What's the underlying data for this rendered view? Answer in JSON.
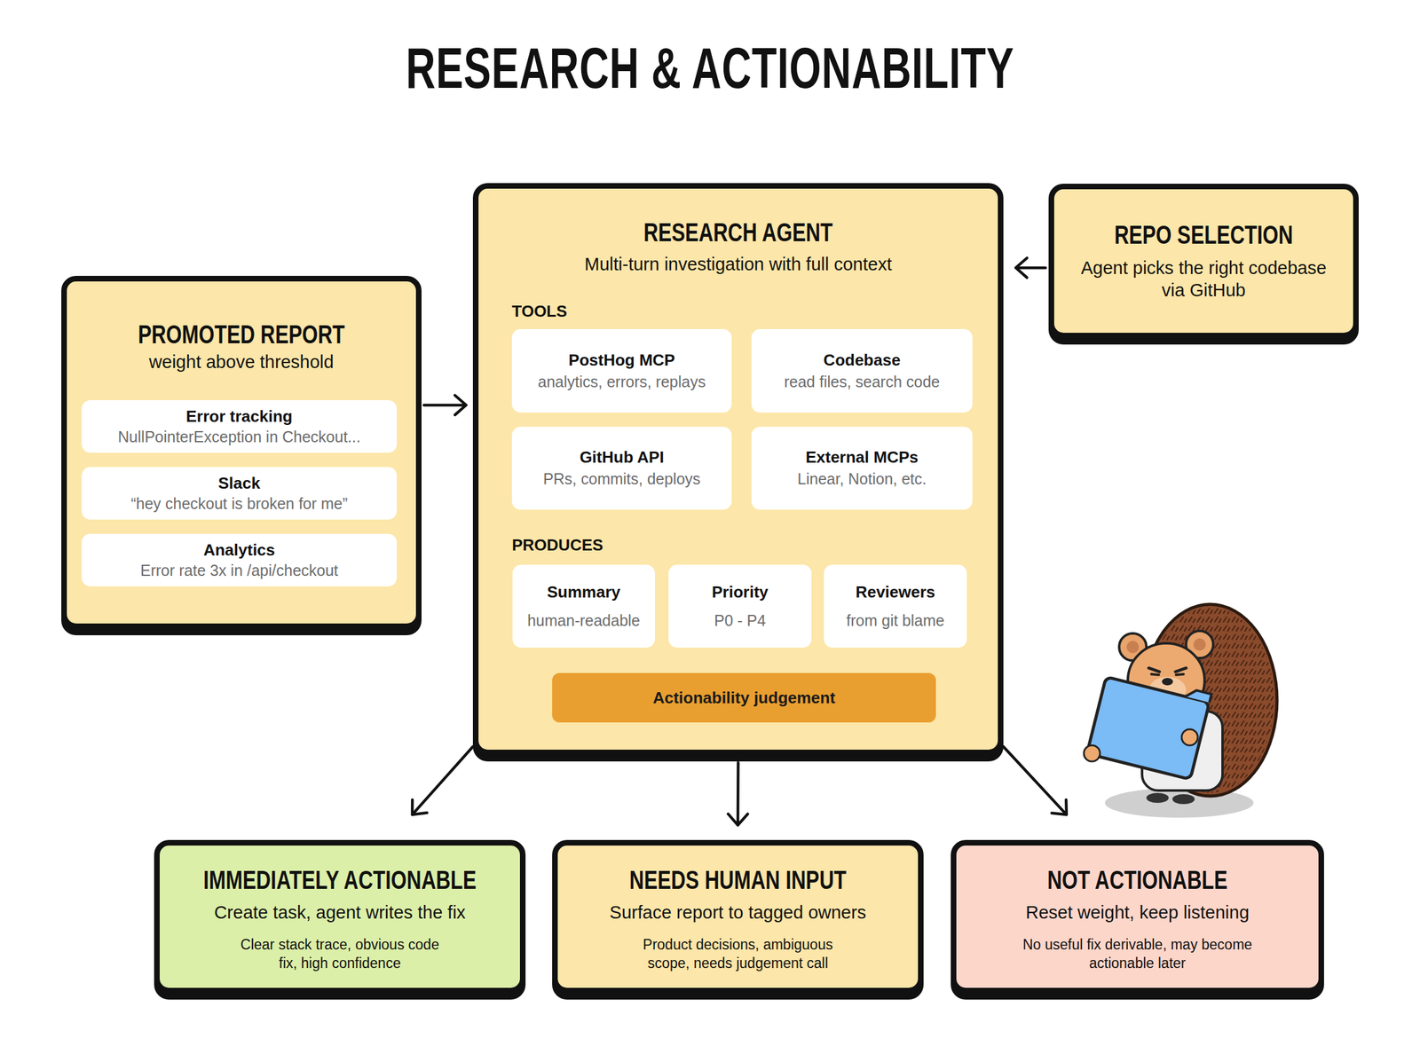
{
  "diagram": {
    "title": "RESEARCH & ACTIONABILITY",
    "nodes": [
      {
        "text": [
          "PROMOTED REPORT",
          "weight above threshold"
        ]
      },
      {
        "text": [
          "Error tracking",
          "NullPointerException in Checkout..."
        ],
        "in": 0
      },
      {
        "text": [
          "Slack",
          "“hey checkout is broken for me”"
        ],
        "in": 0
      },
      {
        "text": [
          "Analytics",
          "Error rate 3x in /api/checkout"
        ],
        "in": 0
      },
      {
        "text": [
          "RESEARCH AGENT",
          "Multi-turn investigation with full context",
          "TOOLS",
          "PRODUCES"
        ]
      },
      {
        "text": [
          "PostHog MCP",
          "analytics, errors, replays"
        ],
        "in": 4
      },
      {
        "text": [
          "Codebase",
          "read files, search code"
        ],
        "in": 4
      },
      {
        "text": [
          "GitHub API",
          "PRs, commits, deploys"
        ],
        "in": 4
      },
      {
        "text": [
          "External MCPs",
          "Linear, Notion, etc."
        ],
        "in": 4
      },
      {
        "text": [
          "Summary",
          "human-readable"
        ],
        "in": 4
      },
      {
        "text": [
          "Priority",
          "P0 - P4"
        ],
        "in": 4
      },
      {
        "text": [
          "Reviewers",
          "from git blame"
        ],
        "in": 4
      },
      {
        "text": [
          "Actionability judgement"
        ],
        "in": 4
      },
      {
        "text": [
          "REPO SELECTION",
          "Agent picks the right codebase via GitHub"
        ]
      },
      {
        "text": [
          "IMMEDIATELY ACTIONABLE",
          "Create task, agent writes the fix",
          "Clear stack trace, obvious code fix, high confidence"
        ]
      },
      {
        "text": [
          "NEEDS HUMAN INPUT",
          "Surface report to tagged owners",
          "Product decisions, ambiguous scope, needs judgement call"
        ]
      },
      {
        "text": [
          "NOT ACTIONABLE",
          "Reset weight, keep listening",
          "No useful fix derivable, may become actionable later"
        ]
      }
    ],
    "edges": [
      {
        "from": 0,
        "to": 4,
        "arrow": "to"
      },
      {
        "from": 13,
        "to": 4,
        "arrow": "to"
      },
      {
        "from": 4,
        "to": 14,
        "arrow": "to"
      },
      {
        "from": 4,
        "to": 15,
        "arrow": "to"
      },
      {
        "from": 4,
        "to": 16,
        "arrow": "to"
      }
    ]
  }
}
